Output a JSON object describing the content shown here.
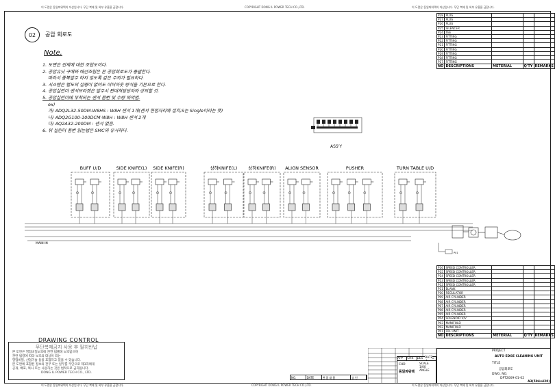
{
  "header": {
    "left_note": "이 도면은 동일파워텍의 자산입니다. 무단 복제 및 외부 유출을 금합니다.",
    "center_note": "COPYRIGHT DONG IL POWER TECH CO.,LTD.",
    "right_note": "이 도면은 동일파워텍의 자산입니다. 무단 복제 및 외부 유출을 금합니다."
  },
  "section": {
    "number": "02",
    "title": "공압 회로도"
  },
  "note": {
    "title": "Note.",
    "lines": [
      "1. 도면은 전체에 대한 조립도이다.",
      "2. 공압유닛 구매와 배선조립은 본 공압회로도가 충괄한다.",
      "따라서 중복발주 하지 않도록 같은 주의가 필요하다.",
      "3. 시스템은 별도의 설명이 없어도 미터아웃 방식을 기본으로 한다.",
      "4. 공압실린더 센서브라켓은 발주시 판대처담당자와 상의할 것.",
      "5. 공압실린더에 부착되는 센서 품번 및 수량 파악법.",
      "ex)",
      "가) ADQ2L32-50DM-W8HS : W8H 센서 1개(센서 현점자리에 설치,S는 Single이라는 뜻)",
      "나) ADQ2G100-100DCM-W8H : W8H 센서 2개",
      "다) AQ2A32-200DM : 센서 없음.",
      "6. 위 실린더 품번 읽는법은 SMC와 유사하다."
    ]
  },
  "assy_label": "ASS'Y",
  "units": [
    {
      "label": "BUFF U/D"
    },
    {
      "label": "SIDE KNIFE(L)"
    },
    {
      "label": "SIDE KNIFE(R)"
    },
    {
      "label": "상하KNIFE(L)"
    },
    {
      "label": "상하KNIFE(R)"
    },
    {
      "label": "ALIGN SENSOR"
    },
    {
      "label": "PUSHER"
    },
    {
      "label": "TURN TABLE U/D"
    }
  ],
  "main_line_label": "MAIN IN",
  "top_parts": {
    "rows": [
      {
        "no": "P28",
        "desc": "PLUG"
      },
      {
        "no": "P27",
        "desc": "PLUG"
      },
      {
        "no": "P26",
        "desc": "PLUG"
      },
      {
        "no": "P25",
        "desc": "SILENCER"
      },
      {
        "no": "P24",
        "desc": "TEE"
      },
      {
        "no": "P23",
        "desc": "FITTING"
      },
      {
        "no": "P22",
        "desc": "FITTING"
      },
      {
        "no": "P21",
        "desc": "FITTING"
      },
      {
        "no": "P20",
        "desc": "FITTING"
      },
      {
        "no": "P19",
        "desc": "FITTING"
      },
      {
        "no": "P18",
        "desc": "FITTING"
      },
      {
        "no": "P17",
        "desc": "FITTING"
      }
    ],
    "head": {
      "no": "NO",
      "desc": "DESCRIPTIONS",
      "mat": "METERIAL",
      "qty": "Q'TY",
      "rem": "REMARKS"
    }
  },
  "bottom_parts": {
    "rows": [
      {
        "no": "P16",
        "desc": "SPEED CONTROLLER"
      },
      {
        "no": "P15",
        "desc": "SPEED CONTROLLER"
      },
      {
        "no": "P14",
        "desc": "SPEED CONTROLLER"
      },
      {
        "no": "P13",
        "desc": "SPEED CONTROLLER"
      },
      {
        "no": "P12",
        "desc": "SPEED CONTROLLER"
      },
      {
        "no": "P11",
        "desc": "BLANK"
      },
      {
        "no": "P10",
        "desc": "REGULATOR"
      },
      {
        "no": "P09",
        "desc": "AIR CYLINDER"
      },
      {
        "no": "P08",
        "desc": "AIR CYLINDER"
      },
      {
        "no": "P07",
        "desc": "AIR CYLINDER"
      },
      {
        "no": "P06",
        "desc": "AIR CYLINDER"
      },
      {
        "no": "P05",
        "desc": "AIR CYLINDER"
      },
      {
        "no": "P04",
        "desc": "SOLENOID V/V"
      },
      {
        "no": "P03",
        "desc": "MANIFOLD"
      },
      {
        "no": "P02",
        "desc": "MANIFOLD"
      },
      {
        "no": "P01",
        "desc": "FRL UNIT"
      }
    ],
    "head": {
      "no": "NO",
      "desc": "DESCRIPTIONS",
      "mat": "METERIAL",
      "qty": "Q'TY",
      "rem": "REMARKS"
    }
  },
  "drawing_control": {
    "title": "DRAWING CONTROL",
    "stamp": "무단복제금지 사용 후 필히반납",
    "lines": [
      "본 도면은 영업비밀보호에 관한 법률에 보호받으며",
      "관련 법령에 따라 보호의 대상이 되는",
      "영업비밀, 산업기술 등을 포함하고 있을 수 있습니다.",
      "본 도면에 포함된 정보의 전부 또는 일부를 무단으로 제3자에게",
      "공개, 배포, 복사 또는 사용하는 것은 법적으로 금지됩니다."
    ],
    "company": "DONG IL POWER TECH CO., LTD."
  },
  "revision": {
    "no": "NO.",
    "date": "DATE",
    "desc": "변 경 내 용",
    "by": "승 인"
  },
  "approval": {
    "app": "APP",
    "chk": "CHK",
    "des": "DES",
    "dwg": "DWG",
    "date": "DATE",
    "chd": "CHD",
    "company": "동일파워텍"
  },
  "scale": {
    "label": "SCALE",
    "value": "1/00",
    "angle": "ANGLE"
  },
  "title_block": {
    "project_label": "PROJECT",
    "project": "AUTO EDGE CLEANING UNIT",
    "title_label": "TITLE",
    "title": "공압회로도",
    "dwg_label": "DWG. NO.",
    "dwg_no": "DPT2009-01-02",
    "size": "A3(594x420)"
  }
}
